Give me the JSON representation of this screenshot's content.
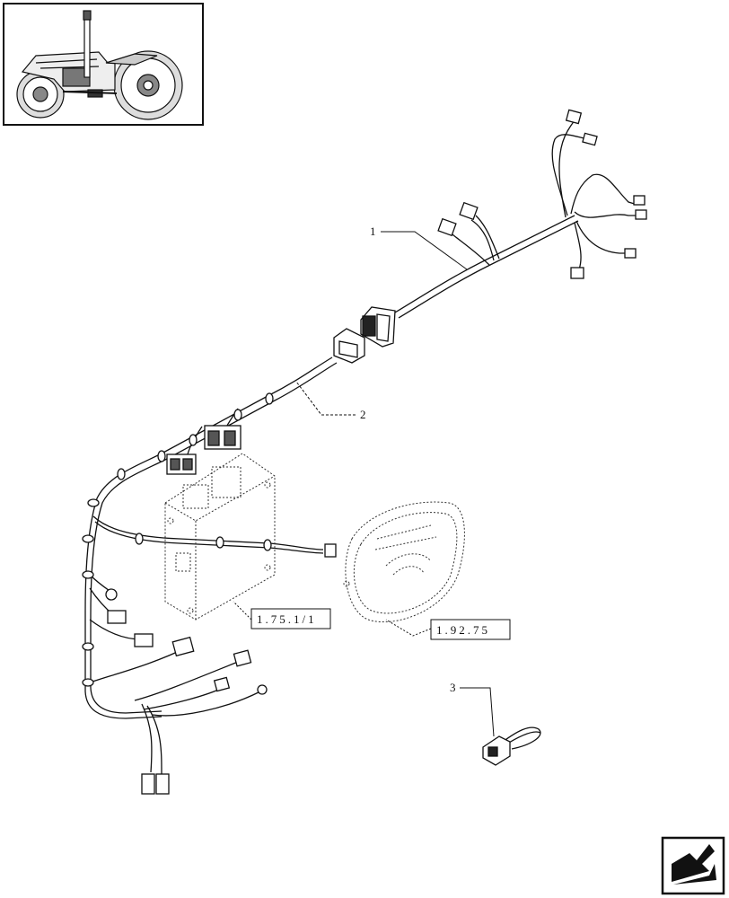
{
  "diagram": {
    "callouts": [
      {
        "id": "callout-1",
        "text": "1"
      },
      {
        "id": "callout-2",
        "text": "2"
      },
      {
        "id": "callout-3",
        "text": "3"
      }
    ],
    "references": [
      {
        "id": "ref-ecu",
        "text": "1.75.1/1"
      },
      {
        "id": "ref-dashboard",
        "text": "1.92.75"
      }
    ]
  },
  "thumbnail": {
    "icon": "tractor-icon"
  },
  "navigation": {
    "icon": "next-page-arrow-icon"
  }
}
